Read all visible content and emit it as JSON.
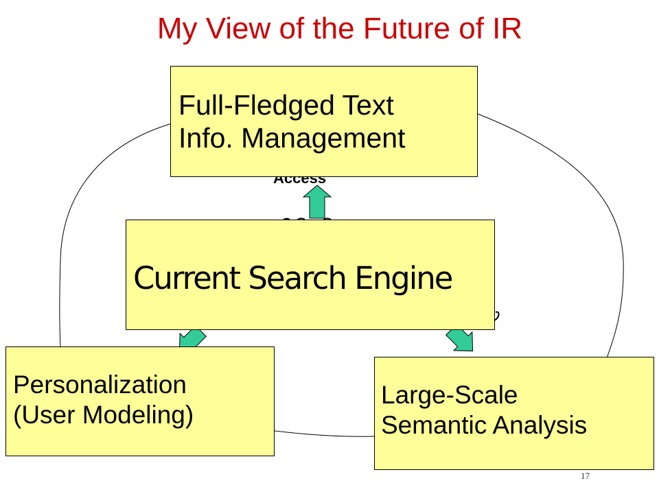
{
  "slide": {
    "title": "My View of the Future of IR",
    "page_number": "17"
  },
  "boxes": {
    "text_management": {
      "line1": "Full-Fledged Text",
      "line2": "Info. Management"
    },
    "search_engine": {
      "label": "Current Search Engine"
    },
    "personalization": {
      "line1": "Personalization",
      "line2": "(User Modeling)"
    },
    "semantic_analysis": {
      "line1": "Large-Scale",
      "line2": "Semantic Analysis"
    }
  },
  "partial_labels": {
    "access": "Access"
  },
  "colors": {
    "title": "#cc0000",
    "box_fill": "#ffff99",
    "arrow_fill": "#33cc99",
    "connector": "#000000"
  }
}
